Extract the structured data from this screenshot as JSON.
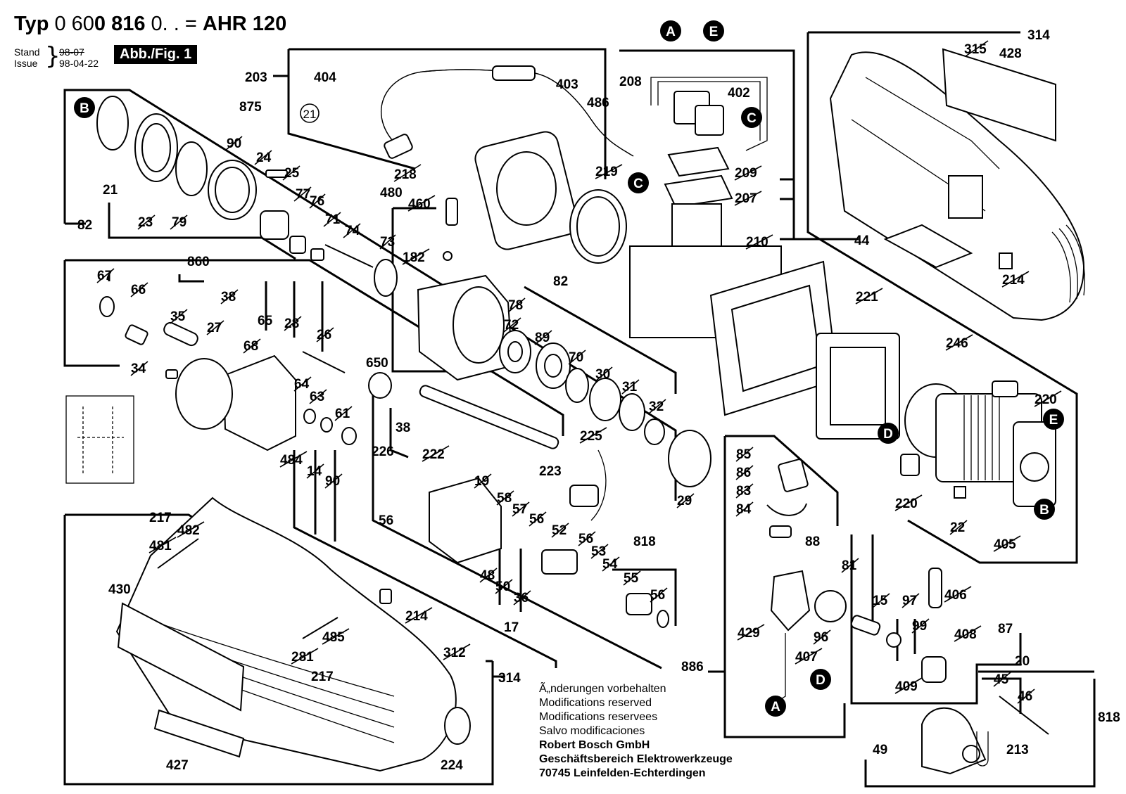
{
  "header": {
    "typ_prefix": "Typ",
    "typ_number_a": "0 60",
    "typ_number_b": "0 816",
    "typ_suffix": " 0. . = ",
    "model": "AHR 120",
    "stand_label": "Stand",
    "issue_label": "Issue",
    "old_date": "98-07",
    "date": "98-04-22",
    "figure_label": "Abb./Fig. 1"
  },
  "notes": {
    "line1": "Ã„nderungen vorbehalten",
    "line2": "Modifications reserved",
    "line3": "Modifications reservees",
    "line4": "Salvo modificaciones",
    "company": "Robert Bosch GmbH",
    "division": "Geschäftsbereich Elektrowerkzeuge",
    "address": "70745 Leinfelden-Echterdingen"
  },
  "callouts": [
    {
      "id": "A",
      "label": "A"
    },
    {
      "id": "E",
      "label": "E"
    },
    {
      "id": "B",
      "label": "B"
    },
    {
      "id": "C",
      "label": "C"
    },
    {
      "id": "D",
      "label": "D"
    }
  ],
  "part_numbers": {
    "p203": "203",
    "p404": "404",
    "p403": "403",
    "p486": "486",
    "p208": "208",
    "p402": "402",
    "p314": "314",
    "p315": "315",
    "p428": "428",
    "p21c": "21",
    "p875": "875",
    "p90": "90",
    "p24": "24",
    "p25": "25",
    "p77": "77",
    "p76": "76",
    "p71": "71",
    "p74": "74",
    "p73": "73",
    "p21": "21",
    "p23": "23",
    "p79": "79",
    "p82a": "82",
    "p218": "218",
    "p219": "219",
    "p209": "209",
    "p207": "207",
    "p210": "210",
    "p44": "44",
    "p214a": "214",
    "p480": "480",
    "p460": "460",
    "p182": "182",
    "p82b": "82",
    "p78": "78",
    "p72": "72",
    "p89": "89",
    "p70": "70",
    "p30": "30",
    "p31": "31",
    "p32": "32",
    "p221": "221",
    "p246": "246",
    "p220a": "220",
    "p220b": "220",
    "p22": "22",
    "p405": "405",
    "p860": "860",
    "p67": "67",
    "p66": "66",
    "p35": "35",
    "p38a": "38",
    "p27": "27",
    "p65": "65",
    "p28": "28",
    "p26": "26",
    "p68": "68",
    "p34": "34",
    "p650": "650",
    "p64": "64",
    "p63": "63",
    "p61": "61",
    "p484": "484",
    "p14": "14",
    "p90b": "90",
    "p38b": "38",
    "p226": "226",
    "p222": "222",
    "p225": "225",
    "p223": "223",
    "p29": "29",
    "p19": "19",
    "p58": "58",
    "p57": "57",
    "p56a": "56",
    "p56b": "56",
    "p52": "52",
    "p56c": "56",
    "p53": "53",
    "p54": "54",
    "p55": "55",
    "p56d": "56",
    "p818a": "818",
    "p48": "48",
    "p50": "50",
    "p36": "36",
    "p17": "17",
    "p85": "85",
    "p86": "86",
    "p83": "83",
    "p84": "84",
    "p88": "88",
    "p81": "81",
    "p15": "15",
    "p97": "97",
    "p406": "406",
    "p99": "99",
    "p408": "408",
    "p87": "87",
    "p429": "429",
    "p96": "96",
    "p407": "407",
    "p409": "409",
    "p886": "886",
    "p20": "20",
    "p45": "45",
    "p46": "46",
    "p818b": "818",
    "p49": "49",
    "p213": "213",
    "p217a": "217",
    "p482": "482",
    "p481": "481",
    "p430": "430",
    "p214b": "214",
    "p485": "485",
    "p281": "281",
    "p217b": "217",
    "p312": "312",
    "p314b": "314",
    "p427": "427",
    "p224": "224"
  }
}
